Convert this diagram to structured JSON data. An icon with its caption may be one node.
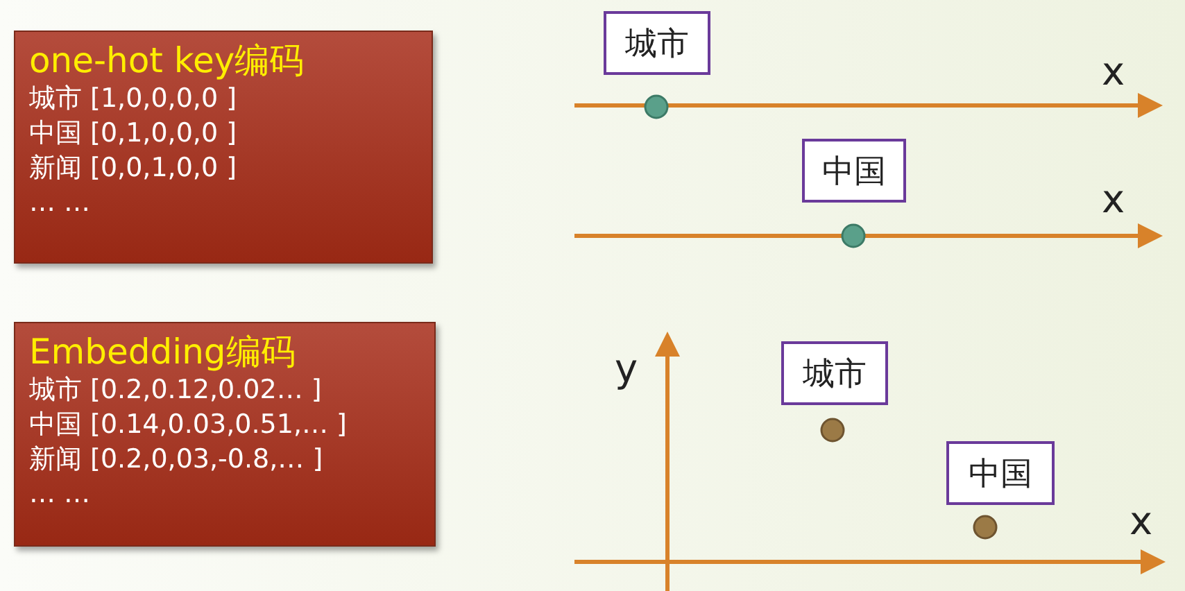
{
  "diagram": {
    "nodes": [
      {
        "text": [
          "one-hot key编码",
          "城市 [1,0,0,0,0 ]",
          "中国 [0,1,0,0,0 ]",
          "新闻 [0,0,1,0,0 ]",
          "… …"
        ]
      },
      {
        "text": [
          "Embedding编码",
          "城市 [0.2,0.12,0.02… ]",
          "中国 [0.14,0.03,0.51,… ]",
          "新闻 [0.2,0,03,-0.8,… ]",
          "… …"
        ]
      },
      {
        "text": [
          "城市"
        ]
      },
      {
        "text": [
          "中国"
        ]
      },
      {
        "text": [
          "城市"
        ]
      },
      {
        "text": [
          "中国"
        ]
      }
    ],
    "labels": [
      "x",
      "x",
      "y",
      "x"
    ]
  }
}
